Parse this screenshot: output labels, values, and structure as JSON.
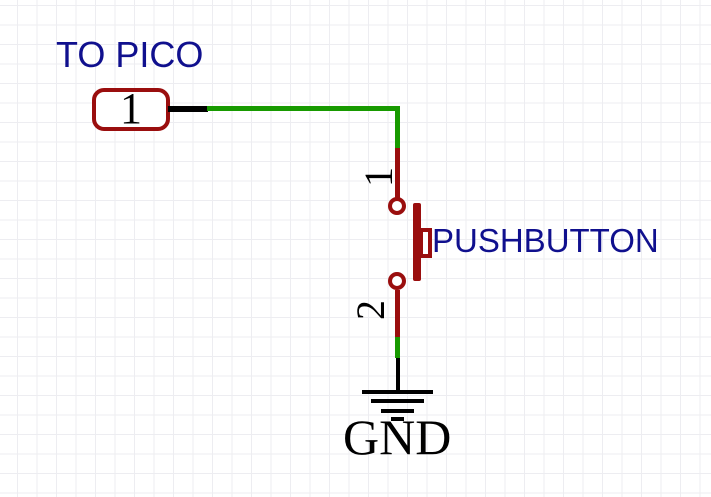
{
  "schematic": {
    "type": "circuit-schematic",
    "net_label": "TO PICO",
    "port": {
      "pin_number": "1"
    },
    "component": {
      "name": "PUSHBUTTON",
      "pins": [
        {
          "number": "1"
        },
        {
          "number": "2"
        }
      ]
    },
    "ground": {
      "label": "GND"
    },
    "colors": {
      "symbol": "#9a0e0e",
      "wire": "#189a00",
      "label_text": "#10108e",
      "pin_text": "#000000",
      "grid_line": "#ededf1",
      "background": "#ffffff"
    }
  }
}
